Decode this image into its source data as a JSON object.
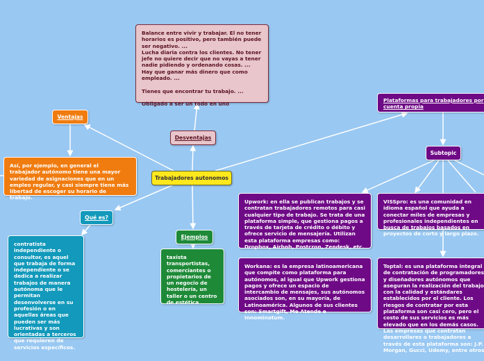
{
  "central": "Trabajadores autonomos",
  "desventajas": {
    "label": "Desventajas",
    "text": "Balance entre vivir y trabajar. El no tener horarios es positivo, pero también puede ser negativo. ...\nLucha diaria contra los clientes. No tener jefe no quiere decir que no vayas a tener nadie pidiendo y ordenando cosas. ...\nHay que ganar más dinero que como empleado. ...\n\nTienes que encontrar tu trabajo. ...\n\nObligado a ser un todo en uno"
  },
  "ventajas": {
    "label": "Ventajas",
    "text": "Así, por ejemplo, en general el trabajador autónomo tiene una mayor variedad de asignaciones que en un empleo regular, y casi siempre tiene más libertad de escoger su horario de trabajo."
  },
  "que_es": {
    "label": "Qué es?",
    "text": "contratista independiente o consultor, es aquel que trabaja de forma independiente o se dedica a realizar trabajos de manera autónoma que le permitan desenvolverse en su profesión o en aquellas áreas que pueden ser más lucrativas y son orientadas a terceros que requieren de servicios específicos."
  },
  "ejemplos": {
    "label": "Ejemplos",
    "text": "taxista transportistas, comerciantes o propietarios de un negocio de hostelería, un taller o un centro de estética"
  },
  "plataformas": {
    "label": "Plataformas para trabajadores por cuenta propia",
    "subtopic": "Subtopic",
    "upwork": "Upwork: en ella se publican trabajos y se contratan trabajadores remotos para casi cualquier tipo de trabajo. Se trata de una plataforma simple, que gestiona pagos a través de tarjeta de crédito o débito y ofrece servicio de mensajería. Utilizan esta plataforma empresas como: Dropbox, Airbnb, Postcron, Zendesk, etc.",
    "workana": "Workana: es la empresa latinoamericana que compite como plataforma para autónomos, al igual que Upwork gestiona pagos y ofrece un espacio de intercambio de mensajes, sus autónomos asociados son, en su mayoría, de Latinoamérica. Algunos de sus clientes son: Smartgift, Me Atende e Innominatum.",
    "visspro": "VISSpro: es una comunidad en idioma español que ayuda a conectar miles de empresas y profesionales independientes en busca de trabajos basados en proyectos de corto y largo plazo.",
    "toptal": "Toptal: es una plataforma integral de contratación de programadores y diseñadores autónomos que aseguran la realización del trabajo con la calidad y estándares establecidos por el cliente. Los riesgos de contratar por esta plataforma son casi cero, pero el costo de sus servicios es más elevado que en los demás casos. Las empresas que contratan desarrollares o trabajadores a través de esta plataforma son: J.P. Morgan, Gucci, Udemy, entre otros."
  }
}
